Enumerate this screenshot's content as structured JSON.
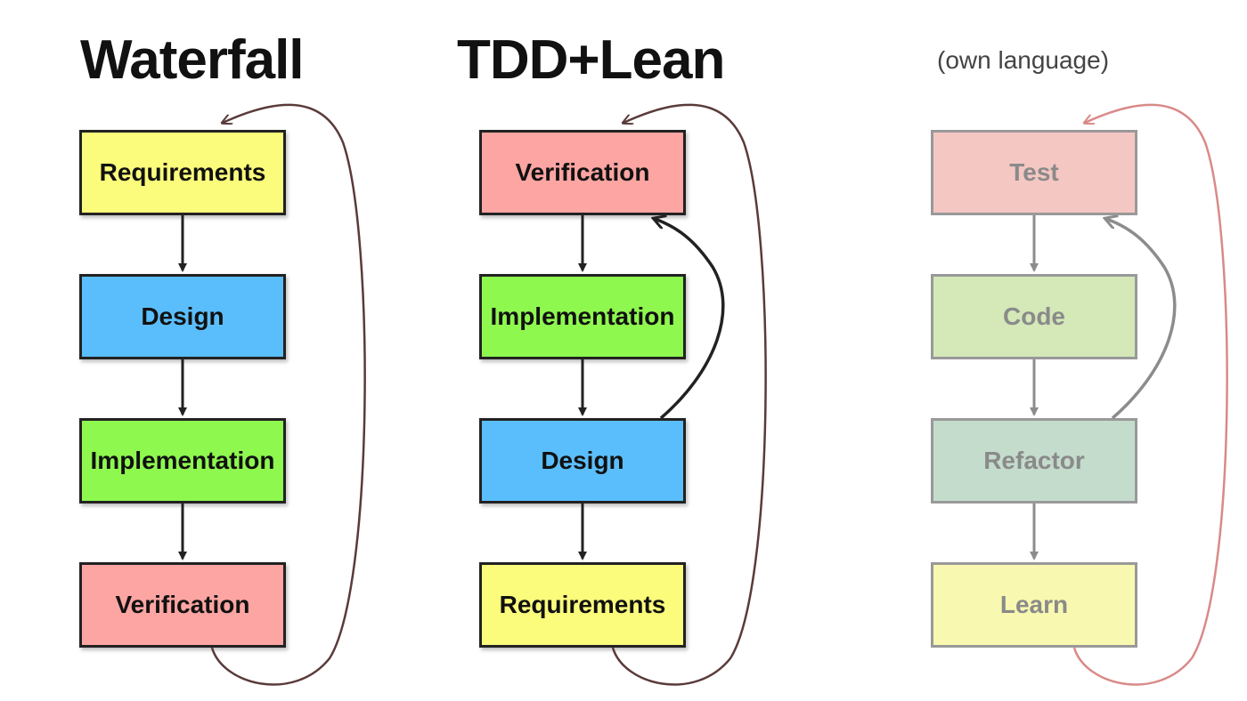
{
  "titles": {
    "waterfall": "Waterfall",
    "tdd_lean": "TDD+Lean",
    "own_language": "(own language)"
  },
  "waterfall": {
    "steps": [
      "Requirements",
      "Design",
      "Implementation",
      "Verification"
    ]
  },
  "tdd_lean": {
    "steps": [
      "Verification",
      "Implementation",
      "Design",
      "Requirements"
    ]
  },
  "own_language": {
    "steps": [
      "Test",
      "Code",
      "Refactor",
      "Learn"
    ]
  },
  "colors": {
    "yellow": "#fbfb7c",
    "blue": "#5bbefc",
    "green": "#8ef84f",
    "red": "#fca5a2",
    "faded_yellow": "#f8f8b0",
    "faded_green": "#d4e8b8",
    "faded_teal": "#c4dccc",
    "faded_red": "#f5c7c3",
    "arrow_dark": "#222222",
    "arrow_gray": "#8c8c8c",
    "loop_brown": "#5a3a3a",
    "loop_pink": "#d98a88"
  }
}
